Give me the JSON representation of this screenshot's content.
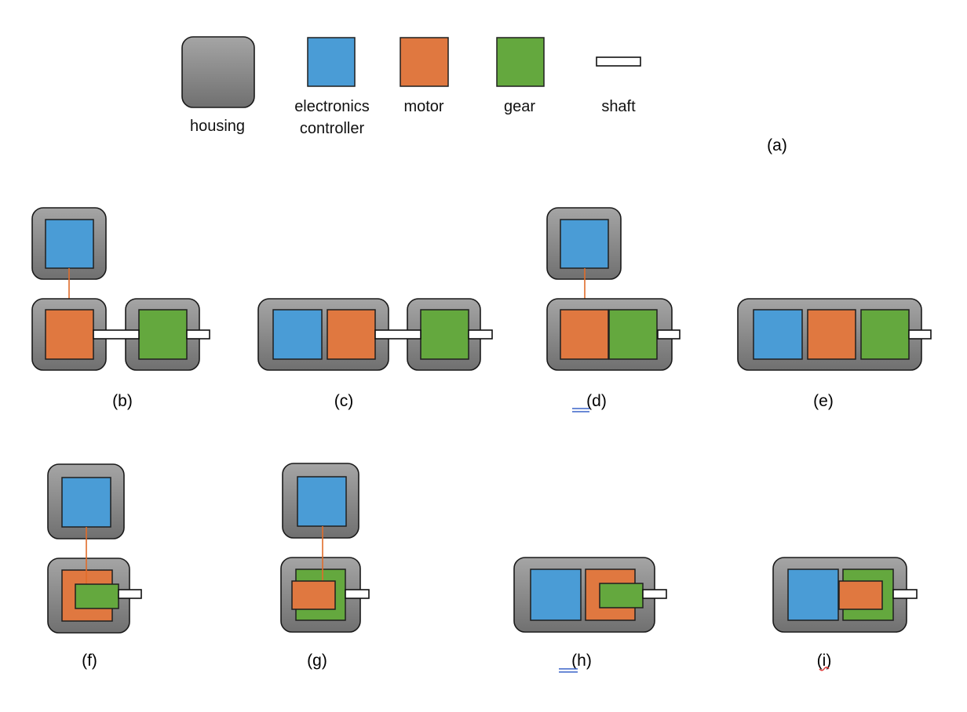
{
  "legend": {
    "housing": "housing",
    "electronics_line1": "electronics",
    "electronics_line2": "controller",
    "motor": "motor",
    "gear": "gear",
    "shaft": "shaft"
  },
  "panels": {
    "a": "(a)",
    "b": "(b)",
    "c": "(c)",
    "d": "(d)",
    "e": "(e)",
    "f": "(f)",
    "g": "(g)",
    "h": "(h)",
    "i": "(i)"
  },
  "colors": {
    "electronics": "#4a9cd6",
    "motor": "#e07840",
    "gear": "#64a83e",
    "housing_light": "#a3a3a3",
    "housing_dark": "#727272",
    "wire": "#e06c2a"
  }
}
